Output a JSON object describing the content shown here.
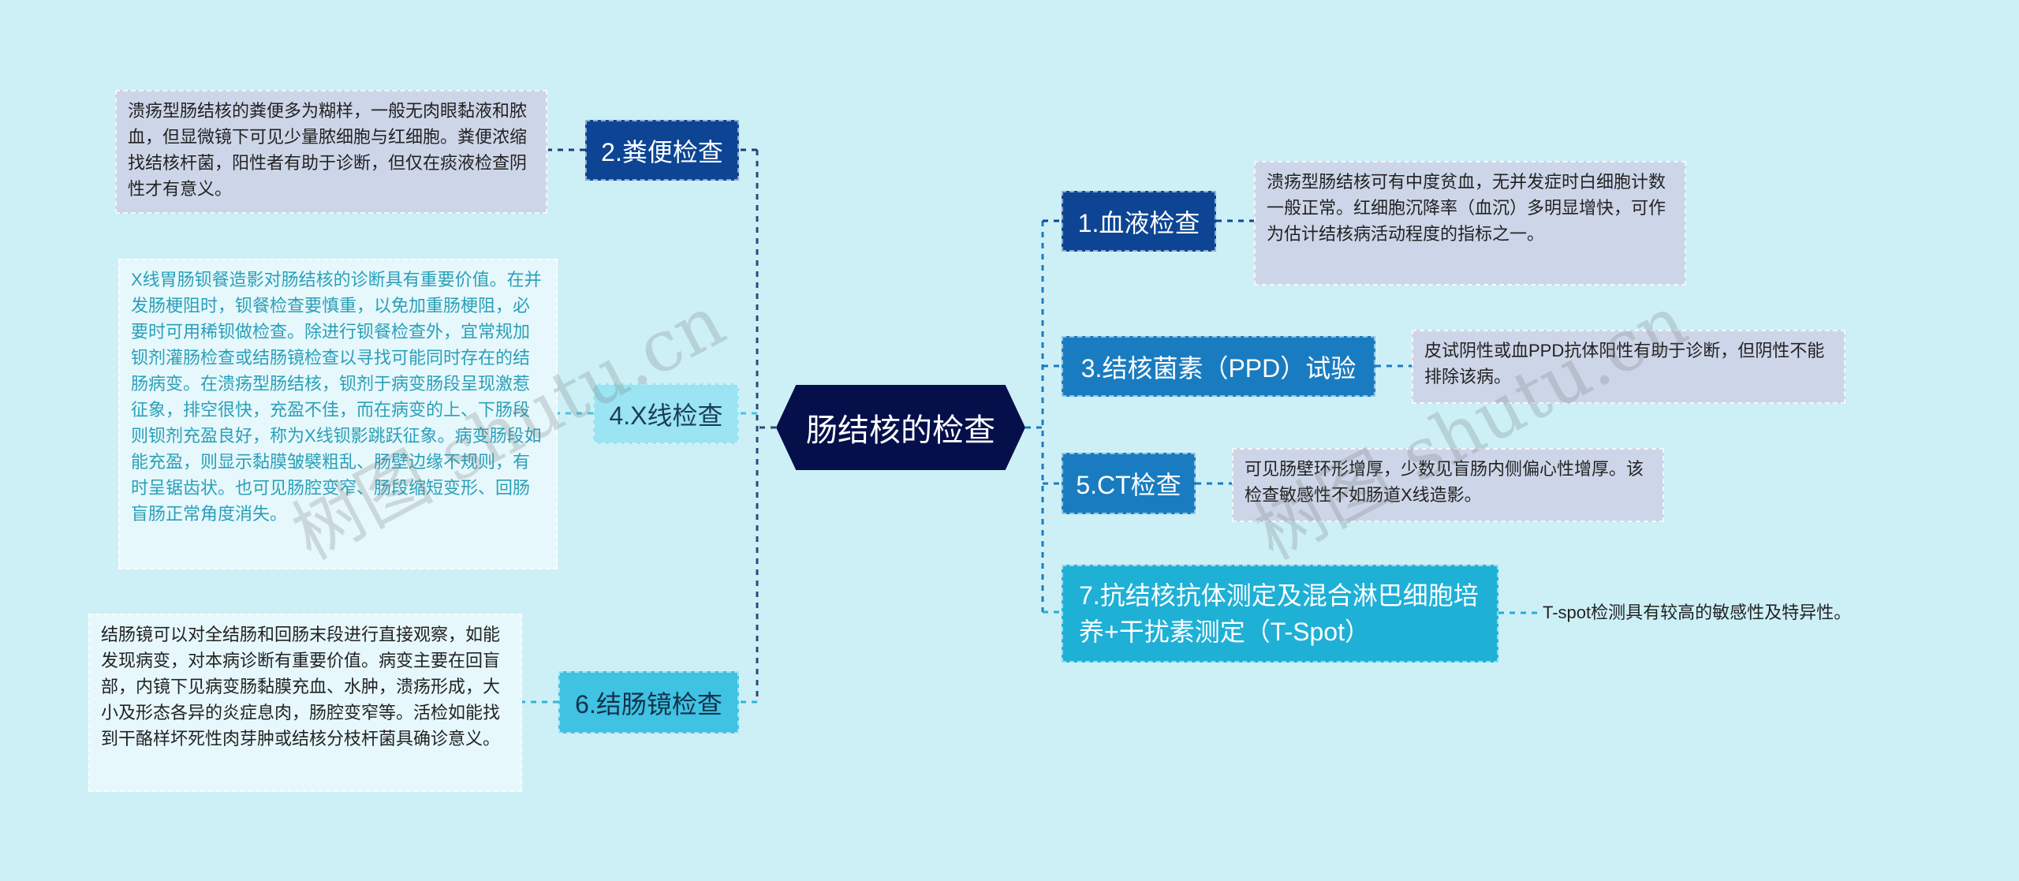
{
  "center": "肠结核的检查",
  "branches": {
    "stool": {
      "label": "2.粪便检查",
      "desc": "溃疡型肠结核的粪便多为糊样，一般无肉眼黏液和脓血，但显微镜下可见少量脓细胞与红细胞。粪便浓缩找结核杆菌，阳性者有助于诊断，但仅在痰液检查阴性才有意义。"
    },
    "xray": {
      "label": "4.X线检查",
      "desc": "X线胃肠钡餐造影对肠结核的诊断具有重要价值。在并发肠梗阻时，钡餐检查要慎重，以免加重肠梗阻，必要时可用稀钡做检查。除进行钡餐检查外，宜常规加钡剂灌肠检查或结肠镜检查以寻找可能同时存在的结肠病变。在溃疡型肠结核，钡剂于病变肠段呈现激惹征象，排空很快，充盈不佳，而在病变的上、下肠段则钡剂充盈良好，称为X线钡影跳跃征象。病变肠段如能充盈，则显示黏膜皱襞粗乱、肠壁边缘不规则，有时呈锯齿状。也可见肠腔变窄、肠段缩短变形、回肠盲肠正常角度消失。"
    },
    "colonoscopy": {
      "label": "6.结肠镜检查",
      "desc": "结肠镜可以对全结肠和回肠末段进行直接观察，如能发现病变，对本病诊断有重要价值。病变主要在回盲部，内镜下见病变肠黏膜充血、水肿，溃疡形成，大小及形态各异的炎症息肉，肠腔变窄等。活检如能找到干酪样坏死性肉芽肿或结核分枝杆菌具确诊意义。"
    },
    "blood": {
      "label": "1.血液检查",
      "desc": "溃疡型肠结核可有中度贫血，无并发症时白细胞计数一般正常。红细胞沉降率（血沉）多明显增快，可作为估计结核病活动程度的指标之一。"
    },
    "ppd": {
      "label": "3.结核菌素（PPD）试验",
      "desc": "皮试阴性或血PPD抗体阳性有助于诊断，但阴性不能排除该病。"
    },
    "ct": {
      "label": "5.CT检查",
      "desc": "可见肠壁环形增厚，少数见盲肠内侧偏心性增厚。该检查敏感性不如肠道X线造影。"
    },
    "tspot": {
      "label": "7.抗结核抗体测定及混合淋巴细胞培养+干扰素测定（T-Spot）",
      "desc": "T-spot检测具有较高的敏感性及特异性。"
    }
  },
  "watermarks": [
    "树图 shutu.cn",
    "树图 shutu.cn"
  ],
  "colors": {
    "background": "#cdf0f7",
    "center": "#050f4a",
    "dark_node": "#0d4594",
    "mid_node": "#1a7cc0",
    "light_node": "#40c2e2",
    "pale_node": "#9ae4f3",
    "desc_gray": "#cdd6e8",
    "desc_pale": "#e6f8fc"
  }
}
